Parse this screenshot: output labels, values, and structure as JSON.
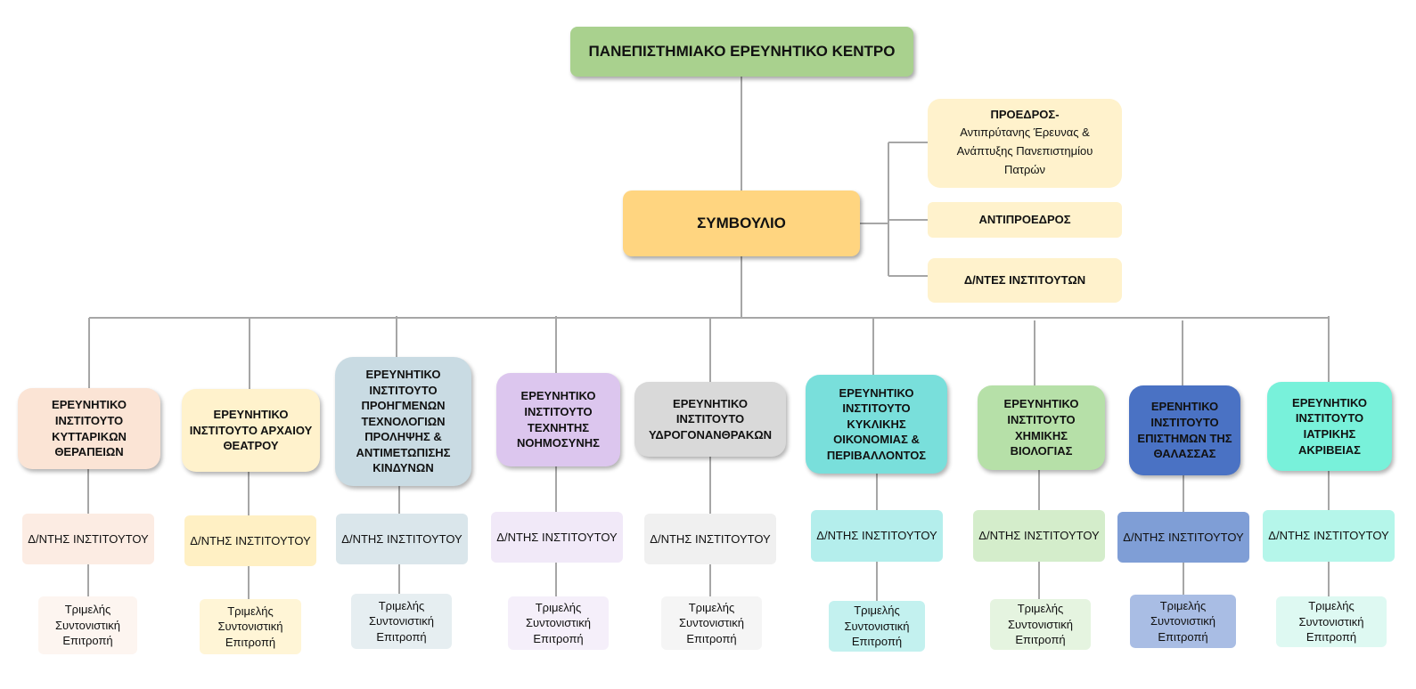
{
  "root": {
    "title": "ΠΑΝΕΠΙΣΤΗΜΙΑΚΟ ΕΡΕΥΝΗΤΙΚΟ ΚΕΝΤΡΟ",
    "color": "#a9d18e"
  },
  "council": {
    "title": "ΣΥΜΒΟΥΛΙΟ",
    "color": "#ffd580"
  },
  "side_boxes": {
    "president": {
      "title": "ΠΡΟΕΔΡΟΣ-",
      "detail": "Αντιπρύτανης Έρευνας & Ανάπτυξης Πανεπιστημίου Πατρών"
    },
    "vice_president": {
      "title": "ΑΝΤΙΠΡΟΕΔΡΟΣ"
    },
    "directors": {
      "title": "Δ/ΝΤΕΣ ΙΝΣΤΙΤΟΥΤΩΝ"
    },
    "color": "#fff2cc"
  },
  "institutes": [
    {
      "name": "ΕΡΕΥΝΗΤΙΚΟ ΙΝΣΤΙΤΟΥΤΟ ΚΥΤΤΑΡΙΚΩΝ ΘΕΡΑΠΕΙΩΝ",
      "color": "#fbe4d5",
      "director": "Δ/ΝΤΗΣ ΙΝΣΤΙΤΟΥΤΟΥ",
      "director_color": "#fcece3",
      "committee": "Τριμελής Συντονιστική Επιτροπή",
      "committee_color": "#fdf5f0"
    },
    {
      "name": "ΕΡΕΥΝΗΤΙΚΟ ΙΝΣΤΙΤΟΥΤΟ ΑΡΧΑΙΟΥ ΘΕΑΤΡΟΥ",
      "color": "#fff2cc",
      "director": "Δ/ΝΤΗΣ ΙΝΣΤΙΤΟΥΤΟΥ",
      "director_color": "#fff0c4",
      "committee": "Τριμελής Συντονιστική Επιτροπή",
      "committee_color": "#fff5d6"
    },
    {
      "name": "ΕΡΕΥΝΗΤΙΚΟ ΙΝΣΤΙΤΟΥΤΟ ΠΡΟΗΓΜΕΝΩΝ ΤΕΧΝΟΛΟΓΙΩΝ ΠΡΟΛΗΨΗΣ & ΑΝΤΙΜΕΤΩΠΙΣΗΣ ΚΙΝΔΥΝΩΝ",
      "color": "#c9dbe3",
      "director": "Δ/ΝΤΗΣ ΙΝΣΤΙΤΟΥΤΟΥ",
      "director_color": "#dae6eb",
      "committee": "Τριμελής Συντονιστική Επιτροπή",
      "committee_color": "#e6eef1"
    },
    {
      "name": "ΕΡΕΥΝΗΤΙΚΟ ΙΝΣΤΙΤΟΥΤΟ ΤΕΧΝΗΤΗΣ ΝΟΗΜΟΣΥΝΗΣ",
      "color": "#dcc6ee",
      "director": "Δ/ΝΤΗΣ ΙΝΣΤΙΤΟΥΤΟΥ",
      "director_color": "#f1e9f8",
      "committee": "Τριμελής Συντονιστική Επιτροπή",
      "committee_color": "#f5effa"
    },
    {
      "name": "ΕΡΕΥΝΗΤΙΚΟ ΙΝΣΤΙΤΟΥΤΟ ΥΔΡΟΓΟΝΑΝΘΡΑΚΩΝ",
      "color": "#d9d9d9",
      "director": "Δ/ΝΤΗΣ ΙΝΣΤΙΤΟΥΤΟΥ",
      "director_color": "#f0f0f0",
      "committee": "Τριμελής Συντονιστική Επιτροπή",
      "committee_color": "#f5f5f5"
    },
    {
      "name": "ΕΡΕΥΝΗΤΙΚΟ ΙΝΣΤΙΤΟΥΤΟ ΚΥΚΛΙΚΗΣ ΟΙΚΟΝΟΜΙΑΣ & ΠΕΡΙΒΑΛΛΟΝΤΟΣ",
      "color": "#79dfdb",
      "director": "Δ/ΝΤΗΣ ΙΝΣΤΙΤΟΥΤΟΥ",
      "director_color": "#b4eeec",
      "committee": "Τριμελής Συντονιστική Επιτροπή",
      "committee_color": "#c3f1ef"
    },
    {
      "name": "ΕΡΕΥΝΗΤΙΚΟ ΙΝΣΤΙΤΟΥΤΟ ΧΗΜΙΚΗΣ ΒΙΟΛΟΓΙΑΣ",
      "color": "#b6e0a8",
      "director": "Δ/ΝΤΗΣ ΙΝΣΤΙΤΟΥΤΟΥ",
      "director_color": "#d4edcb",
      "committee": "Τριμελής Συντονιστική Επιτροπή",
      "committee_color": "#e5f4e0"
    },
    {
      "name": "ΕΡΕΝΗΤΙΚΟ ΙΝΣΤΙΤΟΥΤΟ ΕΠΙΣΤΗΜΩΝ ΤΗΣ ΘΑΛΑΣΣΑΣ",
      "color": "#4a72c4",
      "director": "Δ/ΝΤΗΣ ΙΝΣΤΙΤΟΥΤΟΥ",
      "director_color": "#7f9ed6",
      "committee": "Τριμελής Συντονιστική Επιτροπή",
      "committee_color": "#a9bde4"
    },
    {
      "name": "ΕΡΕΥΝΗΤΙΚΟ ΙΝΣΤΙΤΟΥΤΟ ΙΑΤΡΙΚΗΣ ΑΚΡΙΒΕΙΑΣ",
      "color": "#78f1da",
      "director": "Δ/ΝΤΗΣ ΙΝΣΤΙΤΟΥΤΟΥ",
      "director_color": "#b5f6ea",
      "committee": "Τριμελής Συντονιστική Επιτροπή",
      "committee_color": "#def9f2"
    }
  ],
  "line_color": "#a6a6a6"
}
